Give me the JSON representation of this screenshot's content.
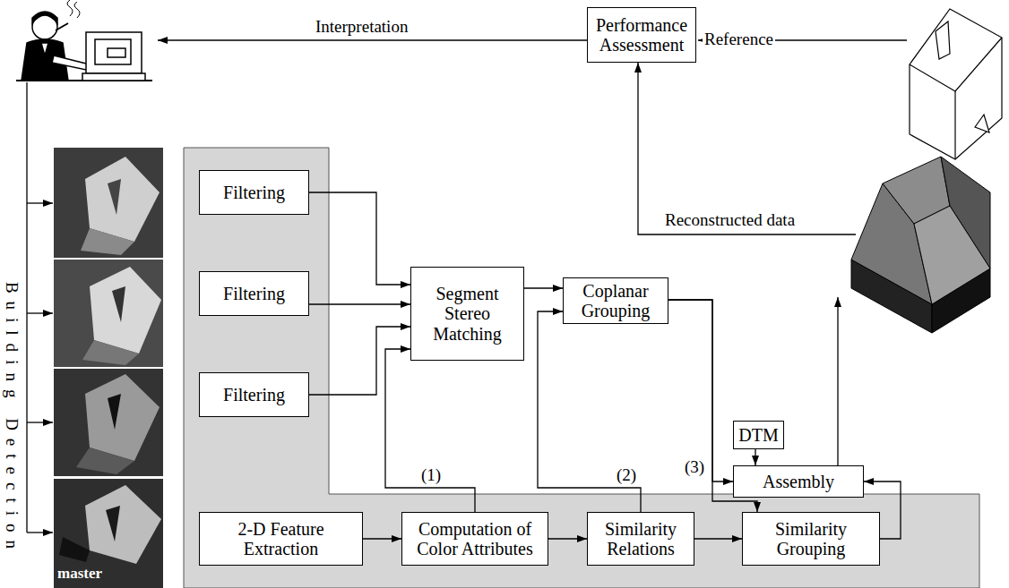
{
  "diagram": {
    "nodes": [
      {
        "text": [
          "Performance Assessment"
        ]
      },
      {
        "text": [
          "Filtering"
        ]
      },
      {
        "text": [
          "Segment Stereo Matching"
        ]
      },
      {
        "text": [
          "Coplanar Grouping"
        ]
      },
      {
        "text": [
          "Filtering"
        ]
      },
      {
        "text": [
          "Filtering"
        ]
      },
      {
        "text": [
          "DTM"
        ]
      },
      {
        "text": [
          "Assembly"
        ]
      },
      {
        "text": [
          "2-D Feature Extraction"
        ]
      },
      {
        "text": [
          "Computation of Color Attributes"
        ]
      },
      {
        "text": [
          "Similarity Relations"
        ]
      },
      {
        "text": [
          "Similarity Grouping"
        ]
      }
    ],
    "edges": [
      {
        "from": 1,
        "to": 2,
        "arrow": "to"
      },
      {
        "from": 4,
        "to": 2,
        "arrow": "to"
      },
      {
        "from": 5,
        "to": 2,
        "arrow": "to"
      },
      {
        "from": 2,
        "to": 3,
        "arrow": "to"
      },
      {
        "from": 9,
        "to": 2,
        "label": "(1)",
        "arrow": "to"
      },
      {
        "from": 10,
        "to": 3,
        "label": "(2)",
        "arrow": "to"
      },
      {
        "from": 3,
        "to": 7,
        "arrow": "to"
      },
      {
        "from": 3,
        "to": 11,
        "label": "(3)",
        "arrow": "to"
      },
      {
        "from": 6,
        "to": 7,
        "arrow": "to"
      },
      {
        "from": 8,
        "to": 9,
        "arrow": "to"
      },
      {
        "from": 9,
        "to": 10,
        "arrow": "to"
      },
      {
        "from": 10,
        "to": 11,
        "arrow": "to"
      },
      {
        "from": 11,
        "to": 7,
        "arrow": "to"
      }
    ],
    "labels": [
      "Interpretation",
      "Reference",
      "Reconstructed data",
      "Building Detection",
      "master"
    ]
  }
}
